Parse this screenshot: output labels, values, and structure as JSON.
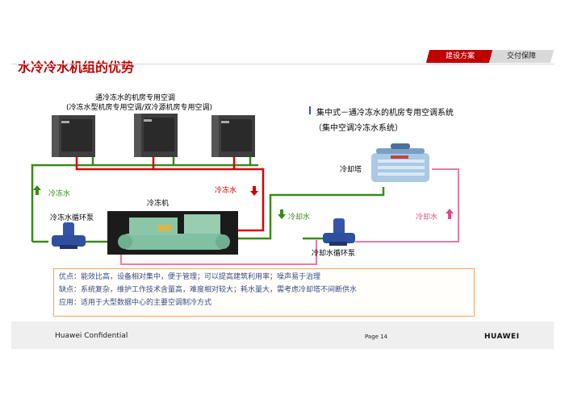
{
  "title": "水冷冷水机组的优势",
  "nav": {
    "tab1": "建设方案",
    "tab2": "交付保障"
  },
  "labels": {
    "room_ac_line1": "通冷冻水的机房专用空调",
    "room_ac_line2": "(冷冻水型机房专用空调/双冷源机房专用空调)",
    "central_line1": "集中式－通冷冻水的机房专用空调系统",
    "central_line2": "（集中空调冷冻水系统）",
    "cooling_tower": "冷却塔",
    "chiller": "冷冻机",
    "chilled_water_left": "冷冻水",
    "chilled_water_right": "冷冻水",
    "cooling_water_mid": "冷却水",
    "cooling_water_right": "冷却水",
    "chilled_pump": "冷冻水循环泵",
    "cooling_pump": "冷却水循环泵"
  },
  "info": {
    "pros": "优点：能效比高，设备相对集中，便于管理；可以提高建筑利用率；噪声易于治理",
    "cons": "缺点：系统复杂，维护工作技术含量高，难度相对较大；耗水量大，需考虑冷却塔不间断供水",
    "use": "应用：适用于大型数据中心的主要空调制冷方式"
  },
  "footer": {
    "confidential": "Huawei Confidential",
    "page": "Page 14",
    "brand": "HUAWEI"
  },
  "colors": {
    "accent": "#c00000",
    "green_pipe": "#3a8a1a",
    "red_pipe": "#e00000",
    "pink_pipe": "#e87aa8"
  }
}
